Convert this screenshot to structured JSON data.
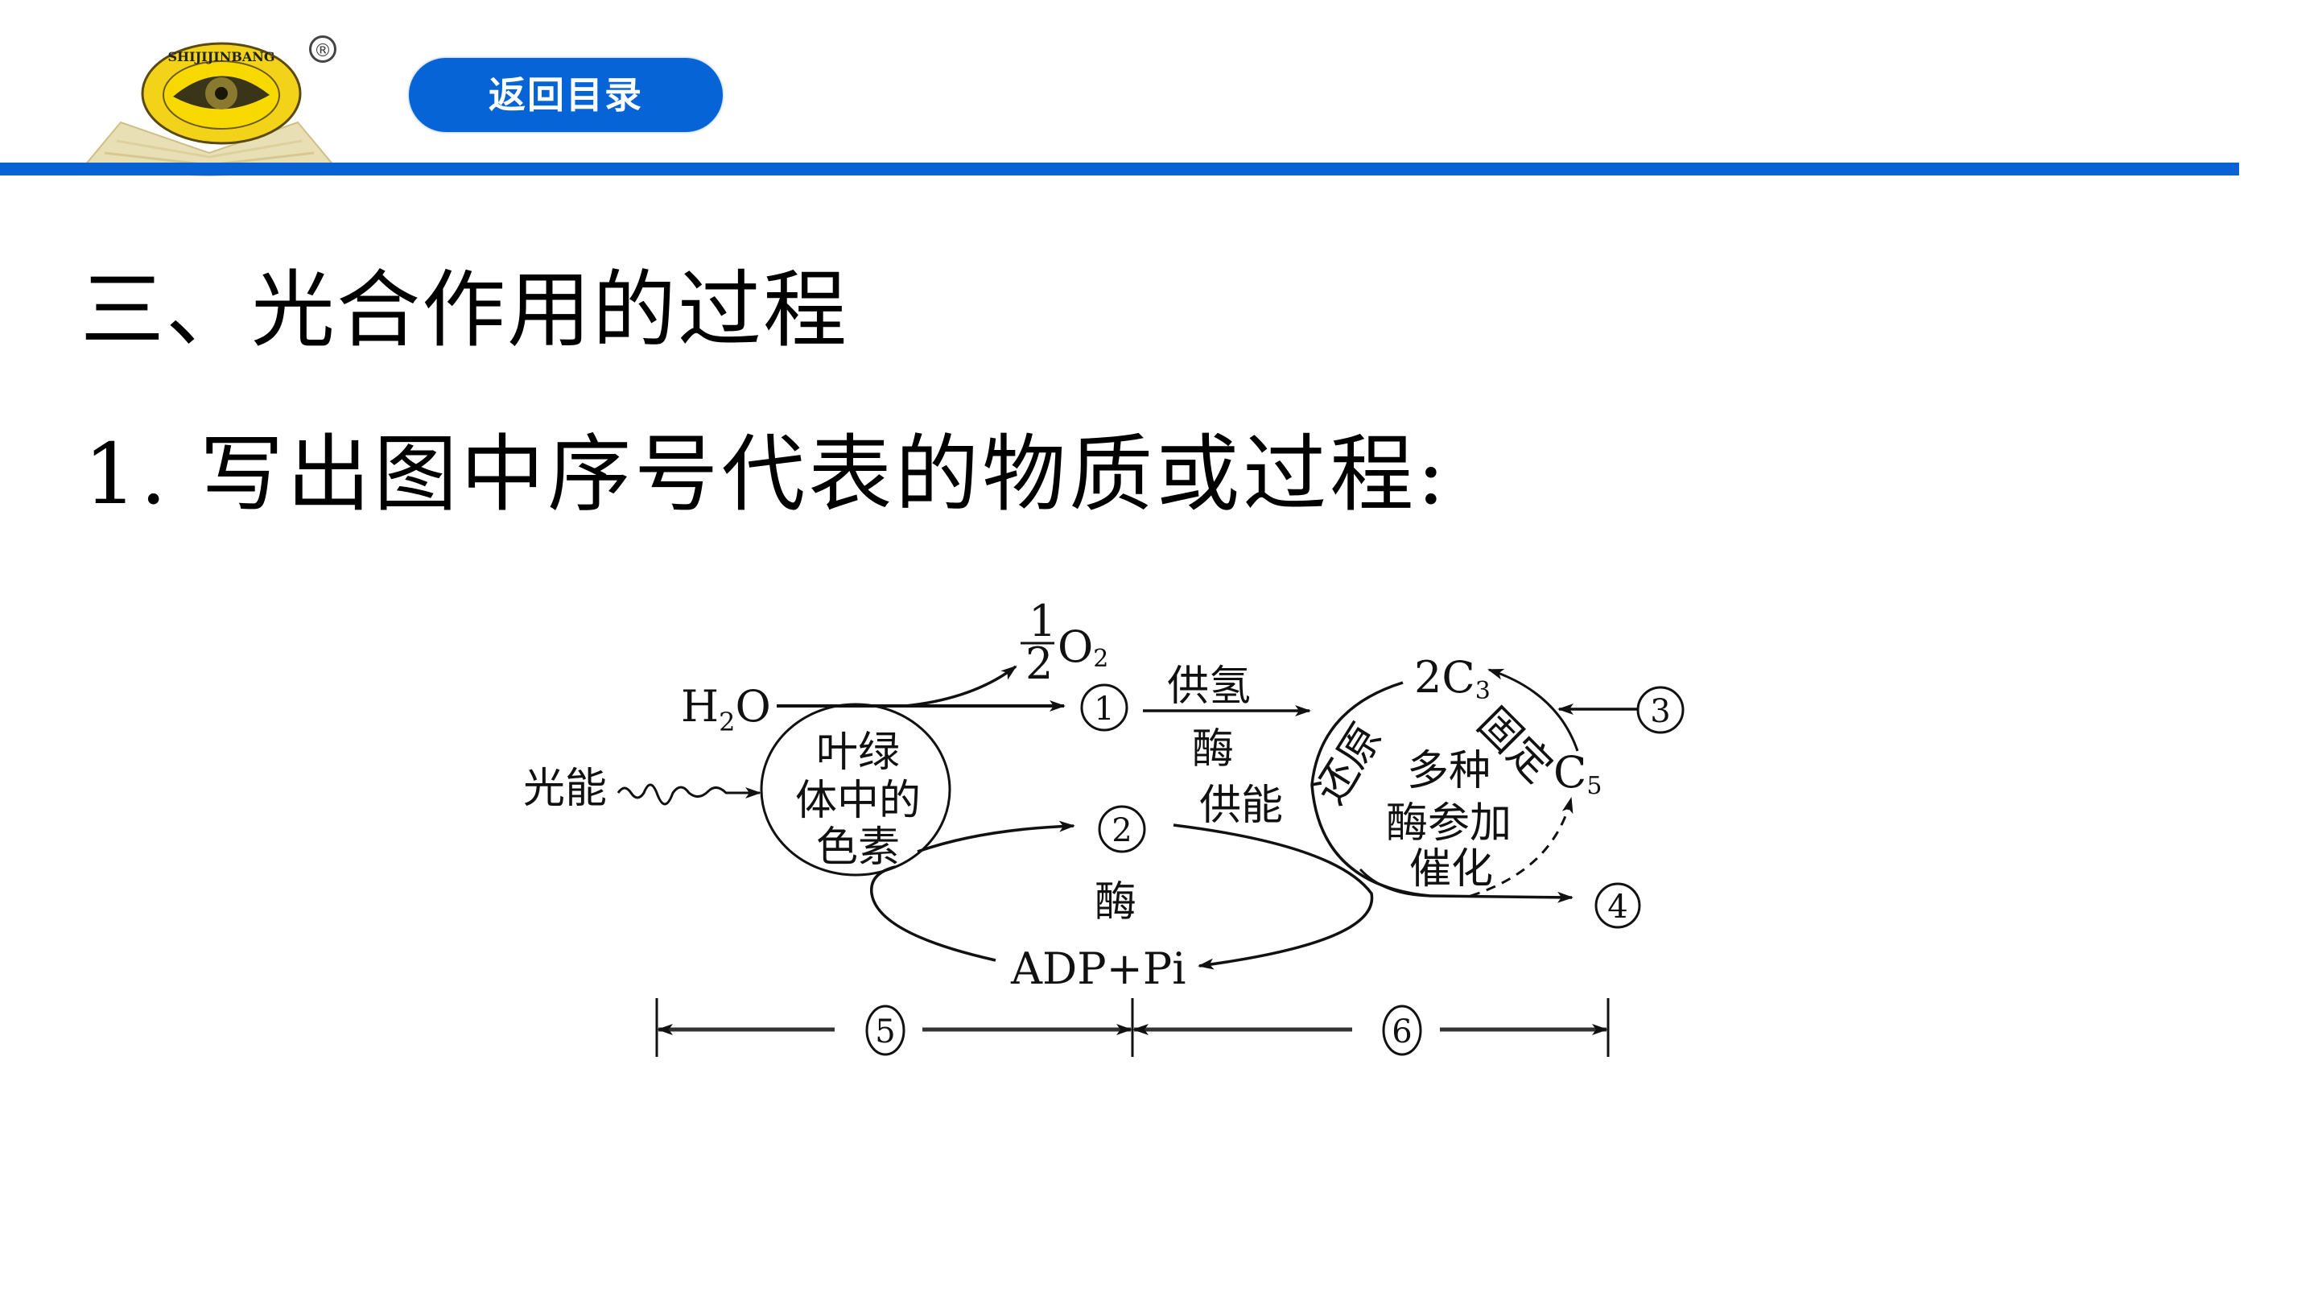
{
  "header": {
    "logo": {
      "ring_text": "SHIJIJINBANG",
      "registered_mark": "®",
      "colors": {
        "ring": "#f3d21a",
        "book": "#e8ddb0"
      }
    },
    "back_button_label": "返回目录",
    "accent_color": "#0862d4"
  },
  "content": {
    "section_title": "三、光合作用的过程",
    "question": "1. 写出图中序号代表的物质或过程:"
  },
  "diagram": {
    "light_energy": "光能",
    "water": "H",
    "water_sub": "2",
    "water_tail": "O",
    "pigment_lines": [
      "叶绿",
      "体中的",
      "色素"
    ],
    "oxygen_num": "1",
    "oxygen_den": "2",
    "oxygen": "O",
    "oxygen_sub": "2",
    "marker_1": "1",
    "marker_2": "2",
    "marker_3": "3",
    "marker_4": "4",
    "marker_5": "5",
    "marker_6": "6",
    "supply_hydrogen": "供氢",
    "enzyme_upper": "酶",
    "supply_energy": "供能",
    "enzyme_lower": "酶",
    "adp_pi": "ADP+Pi",
    "c3_coef": "2C",
    "c3_sub": "3",
    "c5": "C",
    "c5_sub": "5",
    "reduction": "还原",
    "fixation": "固定",
    "cycle_lines": [
      "多种",
      "酶参加",
      "催化"
    ]
  }
}
